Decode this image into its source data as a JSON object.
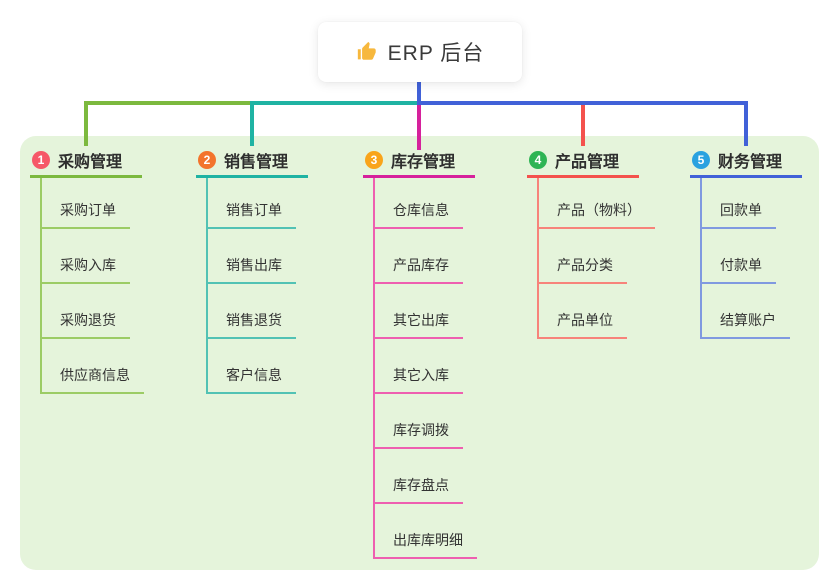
{
  "root": {
    "label": "ERP 后台",
    "icon": "thumbs-up-icon",
    "icon_color": "#f7b83d",
    "connector_color": "#4161d8"
  },
  "panel": {
    "background": "#e5f4db"
  },
  "branches": [
    {
      "index": "1",
      "label": "采购管理",
      "badge_color": "#f65868",
      "line_color": "#7cb93e",
      "child_line_color": "#9ccc65",
      "children": [
        "采购订单",
        "采购入库",
        "采购退货",
        "供应商信息"
      ]
    },
    {
      "index": "2",
      "label": "销售管理",
      "badge_color": "#f3742c",
      "line_color": "#1fb3a3",
      "child_line_color": "#52c2b4",
      "children": [
        "销售订单",
        "销售出库",
        "销售退货",
        "客户信息"
      ]
    },
    {
      "index": "3",
      "label": "库存管理",
      "badge_color": "#f9a41a",
      "line_color": "#d6219c",
      "child_line_color": "#ee5fb0",
      "children": [
        "仓库信息",
        "产品库存",
        "其它出库",
        "其它入库",
        "库存调拨",
        "库存盘点",
        "出库库明细"
      ]
    },
    {
      "index": "4",
      "label": "产品管理",
      "badge_color": "#2eb454",
      "line_color": "#f4524d",
      "child_line_color": "#f7837a",
      "children": [
        "产品（物料）",
        "产品分类",
        "产品单位"
      ]
    },
    {
      "index": "5",
      "label": "财务管理",
      "badge_color": "#2aa2e0",
      "line_color": "#4161d8",
      "child_line_color": "#8099e0",
      "children": [
        "回款单",
        "付款单",
        "结算账户"
      ]
    }
  ]
}
